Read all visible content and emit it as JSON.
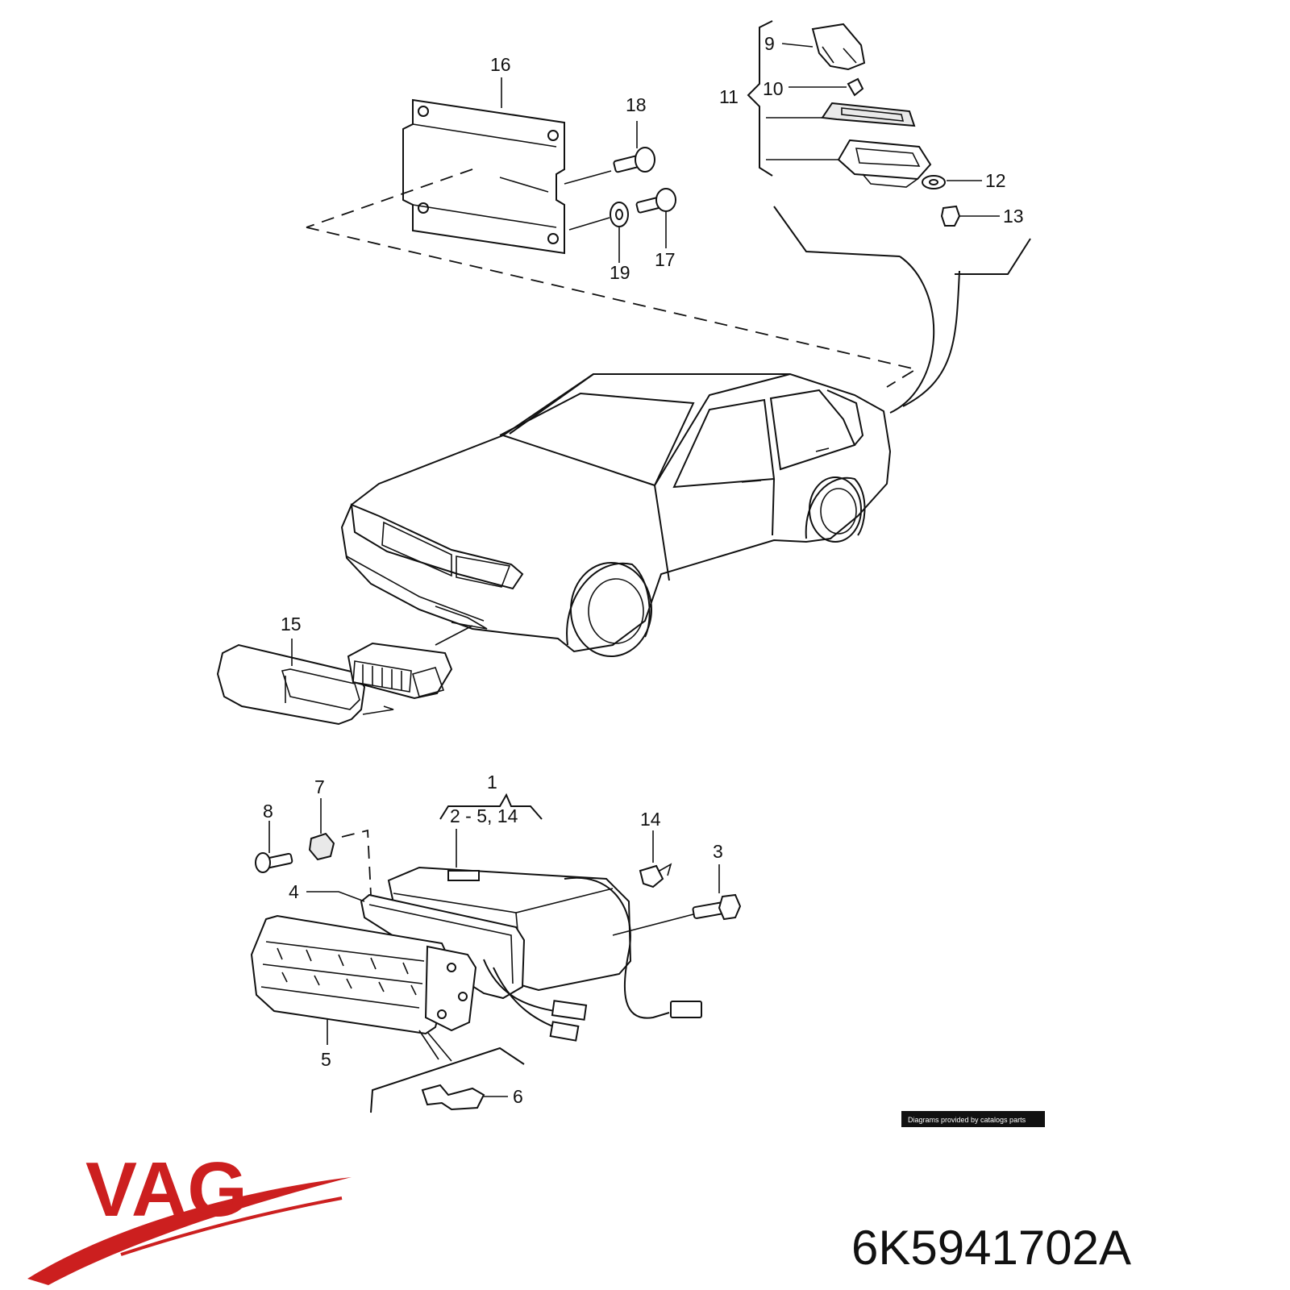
{
  "labels": {
    "l1": "1",
    "l1sub": "2 - 5, 14",
    "l3": "3",
    "l4": "4",
    "l5": "5",
    "l6": "6",
    "l7": "7",
    "l8": "8",
    "l9": "9",
    "l10": "10",
    "l11": "11",
    "l12": "12",
    "l13": "13",
    "l14": "14",
    "l15": "15",
    "l16": "16",
    "l17": "17",
    "l18": "18",
    "l19": "19"
  },
  "credit": "Diagrams provided by catalogs parts",
  "brand": "VAG",
  "part_number": "6K5941702A",
  "colors": {
    "brand": "#cc1f1f",
    "ink": "#111111"
  }
}
